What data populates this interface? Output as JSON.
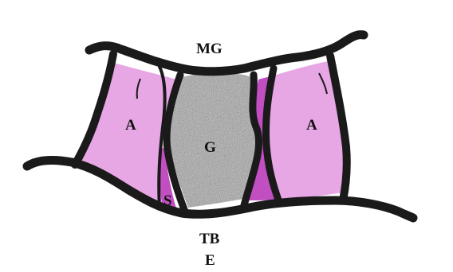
{
  "labels": {
    "top": "MG",
    "left_region": "A",
    "center_region": "G",
    "right_region": "A",
    "small_region": "S",
    "bottom_line1": "TB",
    "bottom_line2": "E"
  },
  "colors": {
    "background": "#ffffff",
    "outline": "#1a1a1a",
    "pink_fill": "#e7a6e4",
    "pink_dark": "#c24fc1",
    "gray_fill": "#a6a6a6",
    "gray_speckle_dark": "#5e5e5e",
    "gray_speckle_light": "#d8d8d8",
    "label_color": "#111111"
  }
}
